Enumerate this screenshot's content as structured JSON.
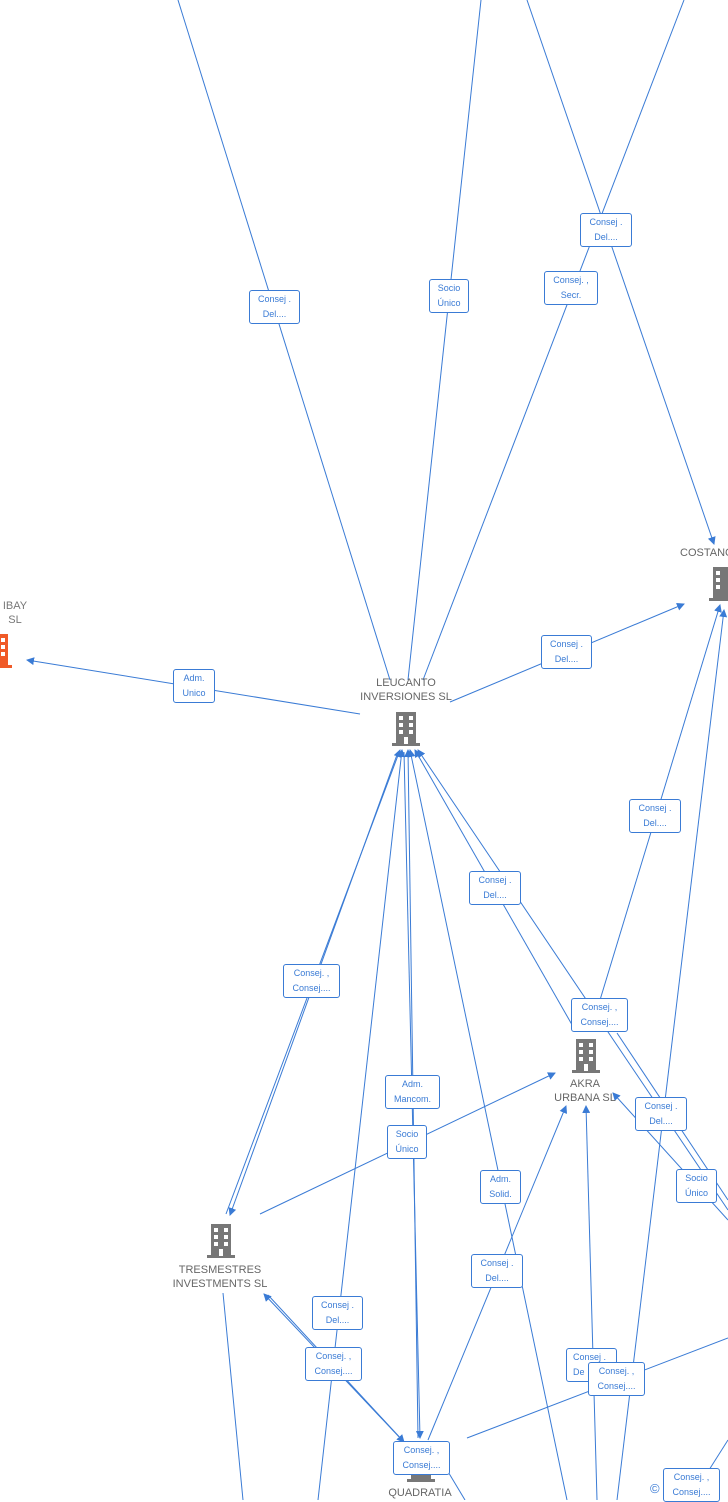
{
  "nodes": [
    {
      "id": "leucanto",
      "lines": [
        "LEUCANTO",
        "INVERSIONES SL"
      ],
      "color": "#777777",
      "highlight": false
    },
    {
      "id": "costanc",
      "lines": [
        "COSTANC"
      ],
      "color": "#777777",
      "highlight": false
    },
    {
      "id": "ibay",
      "lines": [
        "IBAY",
        "SL"
      ],
      "color": "#f05a28",
      "highlight": true
    },
    {
      "id": "akra",
      "lines": [
        "AKRA",
        "URBANA SL"
      ],
      "color": "#777777",
      "highlight": false
    },
    {
      "id": "tresmestres",
      "lines": [
        "TRESMESTRES",
        "INVESTMENTS SL"
      ],
      "color": "#777777",
      "highlight": false
    },
    {
      "id": "quadratia",
      "lines": [
        "QUADRATIA"
      ],
      "color": "#777777",
      "highlight": false
    }
  ],
  "edge_labels": [
    {
      "id": "e1",
      "lines": [
        "Consej .",
        "Del...."
      ]
    },
    {
      "id": "e2",
      "lines": [
        "Socio",
        "Único"
      ]
    },
    {
      "id": "e3",
      "lines": [
        "Consej .",
        "Del...."
      ]
    },
    {
      "id": "e4",
      "lines": [
        "Consej. ,",
        "Secr."
      ]
    },
    {
      "id": "e5",
      "lines": [
        "Adm.",
        "Unico"
      ]
    },
    {
      "id": "e6",
      "lines": [
        "Consej .",
        "Del...."
      ]
    },
    {
      "id": "e7",
      "lines": [
        "Consej .",
        "Del...."
      ]
    },
    {
      "id": "e8",
      "lines": [
        "Consej .",
        "Del...."
      ]
    },
    {
      "id": "e9",
      "lines": [
        "Consej. ,",
        "Consej...."
      ]
    },
    {
      "id": "e10",
      "lines": [
        "Consej. ,",
        "Consej...."
      ]
    },
    {
      "id": "e11",
      "lines": [
        "Adm.",
        "Mancom."
      ]
    },
    {
      "id": "e12",
      "lines": [
        "Socio",
        "Único"
      ]
    },
    {
      "id": "e13",
      "lines": [
        "Consej .",
        "Del...."
      ]
    },
    {
      "id": "e14",
      "lines": [
        "Adm.",
        "Solid."
      ]
    },
    {
      "id": "e15",
      "lines": [
        "Socio",
        "Único"
      ]
    },
    {
      "id": "e16",
      "lines": [
        "Consej .",
        "Del...."
      ]
    },
    {
      "id": "e17",
      "lines": [
        "Consej .",
        "Del...."
      ]
    },
    {
      "id": "e18",
      "lines": [
        "Consej. ,",
        "Consej...."
      ]
    },
    {
      "id": "e19",
      "lines": [
        "Consej .",
        "De"
      ]
    },
    {
      "id": "e20",
      "lines": [
        "Consej. ,",
        "Consej...."
      ]
    },
    {
      "id": "e21",
      "lines": [
        "Consej. ,",
        "Consej...."
      ]
    },
    {
      "id": "e22",
      "lines": [
        "Consej. ,",
        "Consej...."
      ]
    }
  ],
  "copyright_symbol": "©",
  "colors": {
    "edge": "#3a7bd5",
    "node": "#777777",
    "highlight": "#f05a28"
  }
}
